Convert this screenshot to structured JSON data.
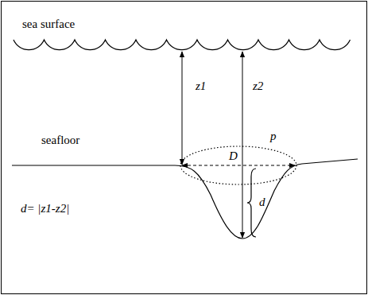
{
  "diagram": {
    "labels": [
      "sea surface",
      "z1",
      "z2",
      "seafloor",
      "p",
      "D",
      "d",
      "d= |z1-z2|"
    ]
  }
}
